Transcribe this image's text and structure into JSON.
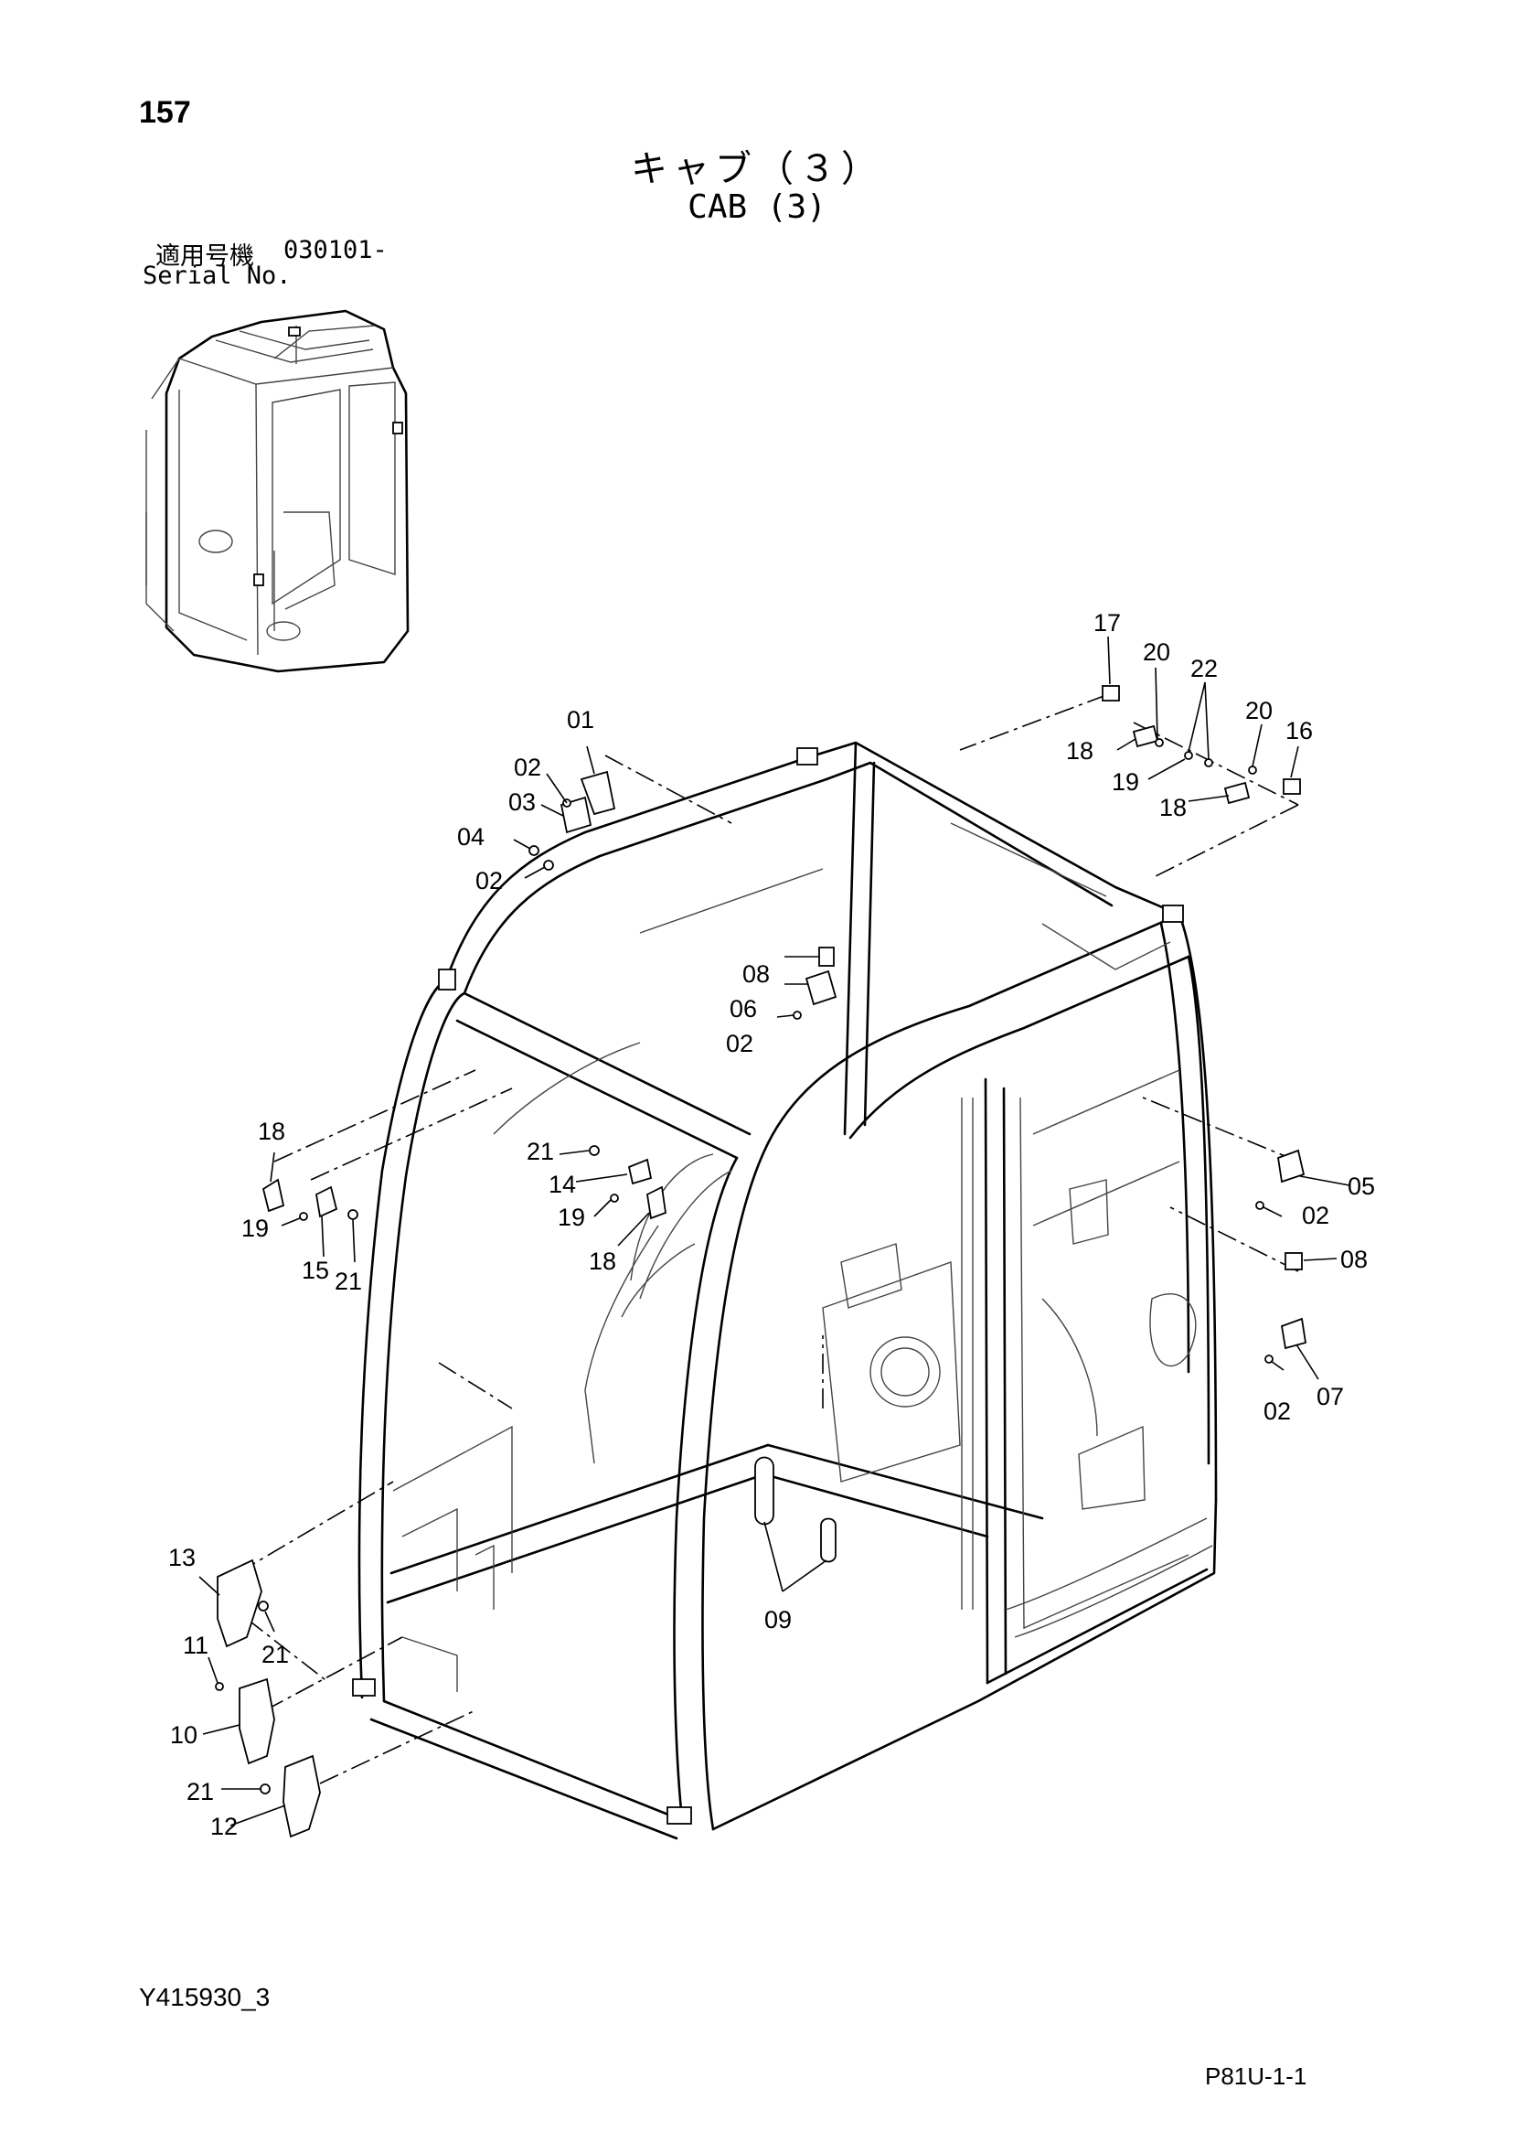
{
  "header": {
    "page_number": "157",
    "title_jp": "キャブ（３）",
    "title_en": "CAB (3)",
    "serial_label_jp": "適用号機",
    "serial_value": "030101-",
    "serial_label_en": "Serial No."
  },
  "footer": {
    "drawing_id": "Y415930_3",
    "page_code": "P81U-1-1"
  },
  "callouts": {
    "c01": "01",
    "c02a": "02",
    "c03": "03",
    "c04": "04",
    "c02b": "02",
    "c17": "17",
    "c20a": "20",
    "c22": "22",
    "c20b": "20",
    "c16": "16",
    "c18a": "18",
    "c19a": "19",
    "c18b": "18",
    "c08a": "08",
    "c06": "06",
    "c02c": "02",
    "c18c": "18",
    "c19b": "19",
    "c15": "15",
    "c21a": "21",
    "c21b": "21",
    "c14": "14",
    "c19c": "19",
    "c18d": "18",
    "c05": "05",
    "c02d": "02",
    "c08b": "08",
    "c02e": "02",
    "c07": "07",
    "c13": "13",
    "c21c": "21",
    "c11": "11",
    "c10": "10",
    "c21d": "21",
    "c12": "12",
    "c09": "09"
  }
}
